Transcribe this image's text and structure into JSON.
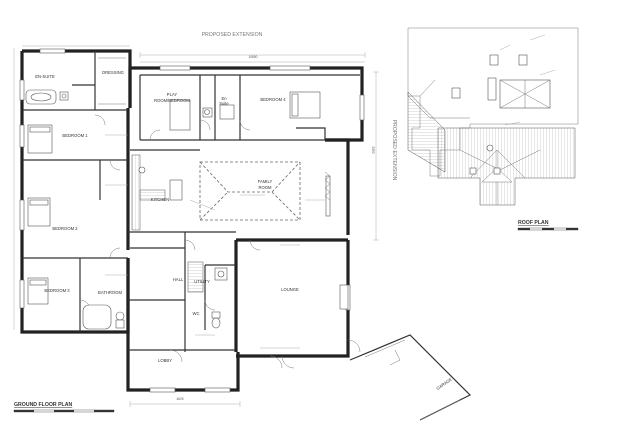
{
  "drawing": {
    "ground_floor_title": "GROUND FLOOR PLAN",
    "roof_plan_title": "ROOF PLAN",
    "proposed_extension_top": "PROPOSED EXTENSION",
    "proposed_extension_side": "PROPOSED EXTENSION",
    "dim_top": "10650",
    "dim_bottom": "4625",
    "dim_side": "5350"
  },
  "rooms": {
    "en_suite": "EN-SUITE",
    "dressing": "DRESSING",
    "bedroom1": "BEDROOM 1",
    "bedroom2": "BEDROOM 2",
    "bedroom3": "BEDROOM 3",
    "bedroom4": "BEDROOM 4",
    "bathroom": "BATHROOM",
    "play_room_line1": "PLAY",
    "play_room_line2": "ROOM/BEDROOM",
    "en_suite_small_line1": "En",
    "en_suite_small_line2": "Suite",
    "kitchen": "KITCHEN",
    "family_room_line1": "FAMILY",
    "family_room_line2": "ROOM",
    "hall": "HALL",
    "utility": "UTILITY",
    "lounge": "LOUNGE",
    "lobby": "LOBBY",
    "wc": "WC",
    "garage": "GARAGE"
  }
}
